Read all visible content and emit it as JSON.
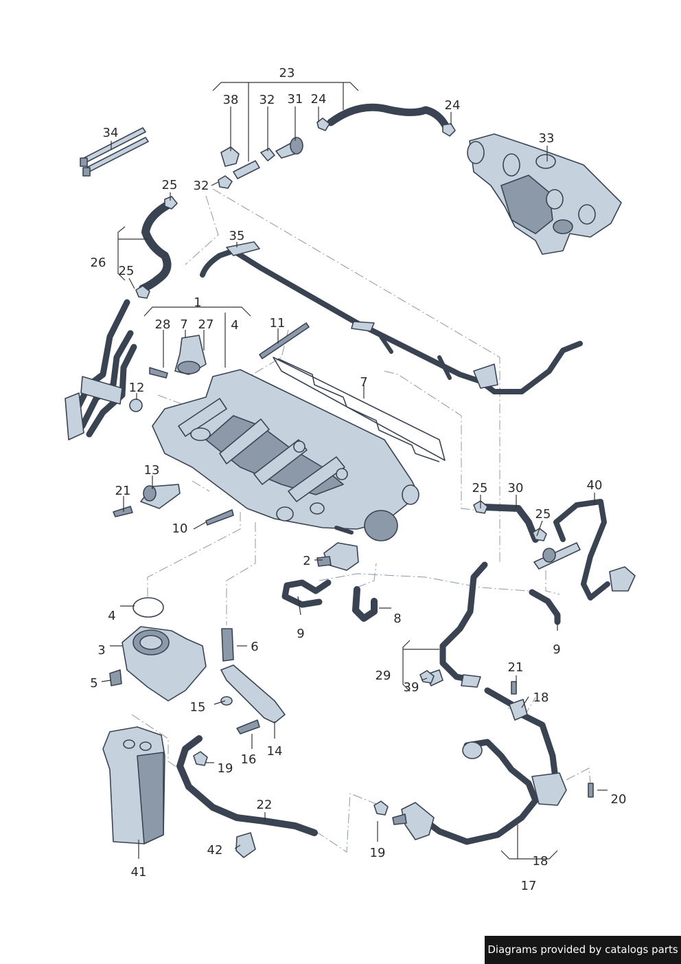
{
  "labels": {
    "l1": "1",
    "l2": "2",
    "l3": "3",
    "l4a": "4",
    "l4b": "4",
    "l5": "5",
    "l6": "6",
    "l7a": "7",
    "l7b": "7",
    "l8": "8",
    "l9a": "9",
    "l9b": "9",
    "l10": "10",
    "l11": "11",
    "l12": "12",
    "l13": "13",
    "l14": "14",
    "l15": "15",
    "l16": "16",
    "l17": "17",
    "l18a": "18",
    "l18b": "18",
    "l19a": "19",
    "l19b": "19",
    "l20": "20",
    "l21a": "21",
    "l21b": "21",
    "l22": "22",
    "l23": "23",
    "l24a": "24",
    "l24b": "24",
    "l25a": "25",
    "l25b": "25",
    "l25c": "25",
    "l25d": "25",
    "l26": "26",
    "l27": "27",
    "l28": "28",
    "l29": "29",
    "l30": "30",
    "l31": "31",
    "l32a": "32",
    "l32b": "32",
    "l33": "33",
    "l34": "34",
    "l35": "35",
    "l38": "38",
    "l39": "39",
    "l40": "40",
    "l41": "41",
    "l42": "42"
  },
  "credit": "Diagrams provided by catalogs parts",
  "colors": {
    "part_fill": "#c5d1dd",
    "part_dark": "#8c99a8",
    "outline": "#3a4352",
    "dash_line": "#8a97aa",
    "credit_bg": "#161616",
    "credit_text": "#ffffff"
  }
}
